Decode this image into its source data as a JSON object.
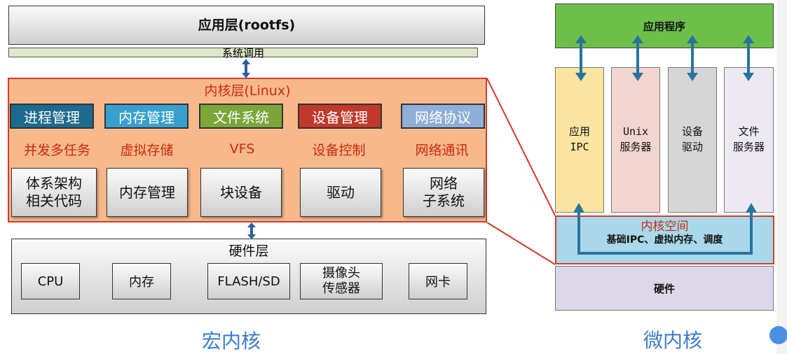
{
  "macro": {
    "app_layer": "应用层(rootfs)",
    "syscall": "系统调用",
    "kernel_title": "内核层(Linux)",
    "modules": [
      {
        "label": "进程管理",
        "color": "#1d6a8f"
      },
      {
        "label": "内存管理",
        "color": "#38a0cf"
      },
      {
        "label": "文件系统",
        "color": "#7aa63a"
      },
      {
        "label": "设备管理",
        "color": "#c0392b"
      },
      {
        "label": "网络协议",
        "color": "#8faed8"
      }
    ],
    "features": [
      "并发多任务",
      "虚拟存储",
      "VFS",
      "设备控制",
      "网络通讯"
    ],
    "subsystems": [
      [
        "体系架构",
        "相关代码"
      ],
      [
        "内存管理"
      ],
      [
        "块设备"
      ],
      [
        "驱动"
      ],
      [
        "网络",
        "子系统"
      ]
    ],
    "hw_title": "硬件层",
    "hw_items": [
      [
        "CPU"
      ],
      [
        "内存"
      ],
      [
        "FLASH/SD"
      ],
      [
        "摄像头",
        "传感器"
      ],
      [
        "网卡"
      ]
    ],
    "caption": "宏内核"
  },
  "micro": {
    "app": "应用程序",
    "columns": [
      {
        "lines": [
          "应用",
          "IPC"
        ],
        "color": "#fae5a0"
      },
      {
        "lines": [
          "Unix",
          "服务器"
        ],
        "color": "#f3d5d0"
      },
      {
        "lines": [
          "设备",
          "驱动"
        ],
        "color": "#d6d6d6"
      },
      {
        "lines": [
          "文件",
          "服务器"
        ],
        "color": "#ece9f3"
      }
    ],
    "kernel_title": "内核空间",
    "kernel_desc": "基础IPC、虚拟内存、调度",
    "hardware": "硬件",
    "caption": "微内核"
  },
  "colors": {
    "kernel_bg": "#f7b98b",
    "kernel_border": "#d33b2c",
    "app_green": "#6cc04a",
    "kernel_blue": "#a8d8ea",
    "hw_purple": "#dcd8ea"
  }
}
